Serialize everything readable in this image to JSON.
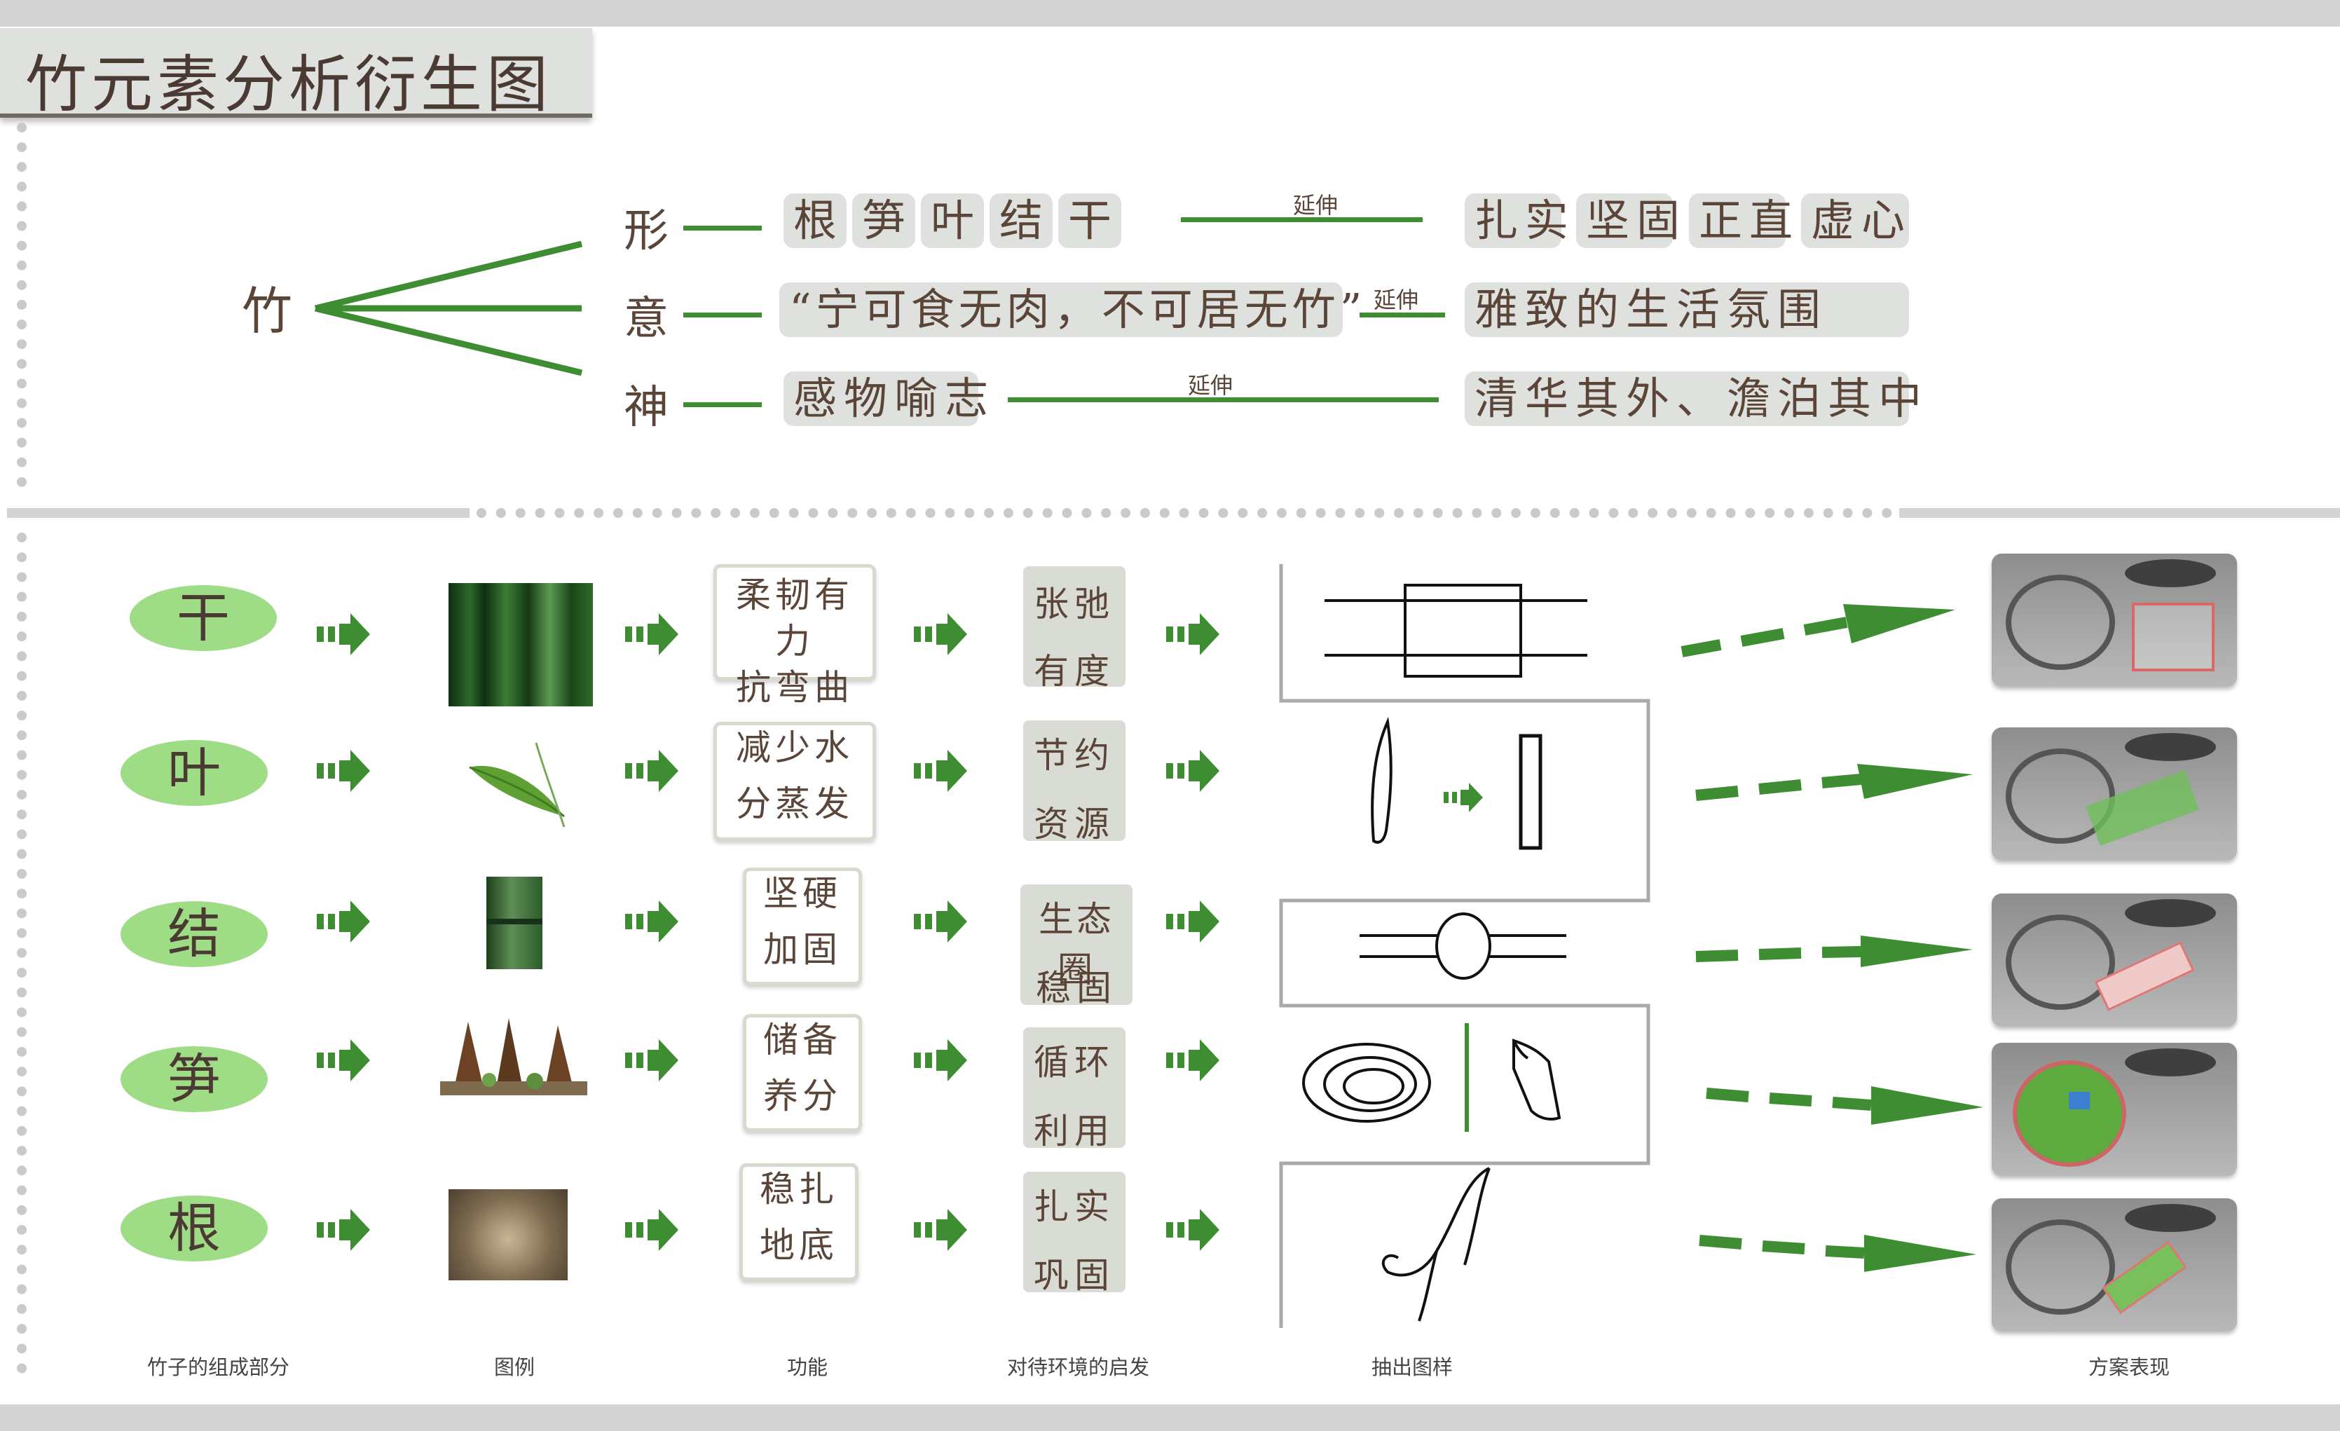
{
  "title": "竹元素分析衍生图",
  "top": {
    "root": "竹",
    "rows": [
      {
        "head": "形",
        "items": [
          "根",
          "笋",
          "叶",
          "结",
          "干"
        ],
        "ext": "延伸",
        "results": [
          "扎实",
          "坚固",
          "正直",
          "虚心"
        ]
      },
      {
        "head": "意",
        "quote": "“宁可食无肉，不可居无竹”",
        "ext": "延伸",
        "result": "雅致的生活氛围"
      },
      {
        "head": "神",
        "item": "感物喻志",
        "ext": "延伸",
        "result": "清华其外、澹泊其中"
      }
    ]
  },
  "rows": [
    {
      "part": "干",
      "function": [
        "柔韧有力",
        "抗弯曲"
      ],
      "inspiration": [
        "张弛",
        "有度"
      ]
    },
    {
      "part": "叶",
      "function": [
        "减少水",
        "分蒸发"
      ],
      "inspiration": [
        "节约",
        "资源"
      ]
    },
    {
      "part": "结",
      "function": [
        "坚硬",
        "加固"
      ],
      "inspiration": [
        "生态圈",
        "稳固"
      ]
    },
    {
      "part": "笋",
      "function": [
        "储备",
        "养分"
      ],
      "inspiration": [
        "循环",
        "利用"
      ]
    },
    {
      "part": "根",
      "function": [
        "稳扎",
        "地底"
      ],
      "inspiration": [
        "扎实",
        "巩固"
      ]
    }
  ],
  "captions": [
    "竹子的组成部分",
    "图例",
    "功能",
    "对待环境的启发",
    "抽出图样",
    "方案表现"
  ],
  "colors": {
    "green_line": "#3f8d33",
    "oval": "#9edc86",
    "arrow": "#3f8d33",
    "label_bg": "#dfe1de"
  },
  "icons": [
    "double-arrow-icon",
    "bamboo-photo",
    "leaf-photo",
    "node-photo",
    "shoot-photo",
    "root-photo"
  ]
}
